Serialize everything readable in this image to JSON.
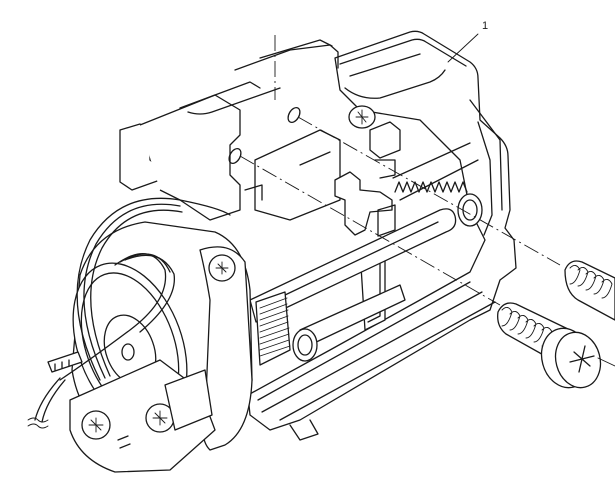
{
  "figure": {
    "type": "exploded-view line drawing",
    "subject": "motor and gear drive assembly with mounting screws",
    "callouts": [
      {
        "label": "1",
        "target": "frame-bracket"
      }
    ],
    "parts": [
      {
        "name": "frame-bracket",
        "callout": "1"
      },
      {
        "name": "motor"
      },
      {
        "name": "motor-wire-harness"
      },
      {
        "name": "compression-spring"
      },
      {
        "name": "shaft-roller"
      },
      {
        "name": "pinion-gear"
      },
      {
        "name": "mounting-screw-upper"
      },
      {
        "name": "mounting-screw-lower"
      }
    ],
    "line_color": "#1a1a1a",
    "background": "#ffffff"
  }
}
